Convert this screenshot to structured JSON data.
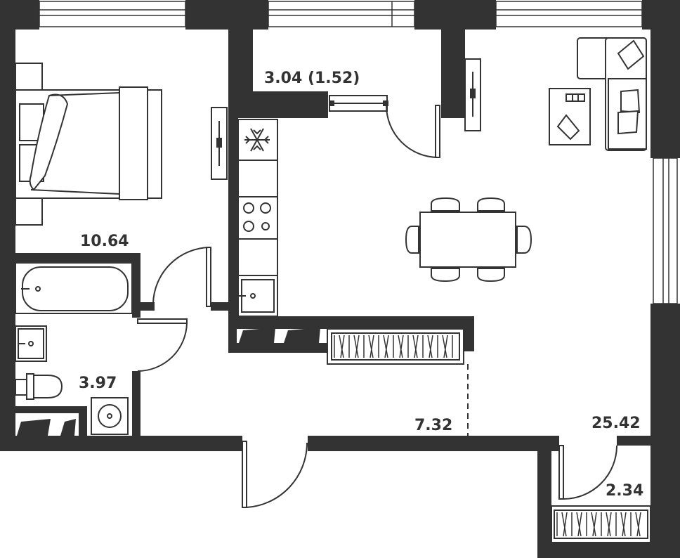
{
  "areas": {
    "bedroom": "10.64",
    "loggia": "3.04 (1.52)",
    "bathroom": "3.97",
    "hallway": "7.32",
    "living_kitchen": "25.42",
    "storage": "2.34"
  },
  "colors": {
    "wall": "#333333",
    "background": "#ffffff"
  }
}
